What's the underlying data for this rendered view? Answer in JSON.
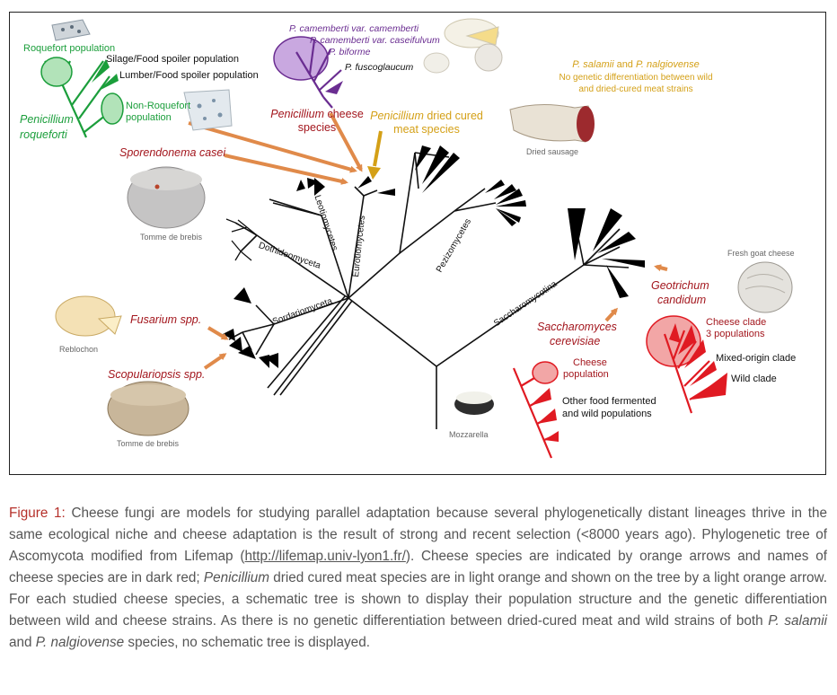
{
  "figure": {
    "labels": {
      "roquefort_population": "Roquefort population",
      "silage_pop": "Silage/Food spoiler population",
      "lumber_pop": "Lumber/Food spoiler population",
      "non_roquefort_1": "Non-Roquefort",
      "non_roquefort_2": "population",
      "penicillium_roqueforti_1": "Penicillium",
      "penicillium_roqueforti_2": "roqueforti",
      "camemberti_1": "P. camemberti var. camemberti",
      "camemberti_2": "P. camemberti var. caseifulvum",
      "biforme": "P. biforme",
      "fuscoglaucum": "P. fuscoglaucum",
      "pen_cheese_1": "Penicillium",
      "pen_cheese_2": " cheese",
      "pen_cheese_3": "species",
      "pen_meat_1": "Penicillium",
      "pen_meat_2": " dried cured",
      "pen_meat_3": "meat species",
      "salamii_1": "P. salamii",
      "salamii_and": " and ",
      "salamii_2": "P. nalgiovense",
      "no_diff_1": "No genetic differentiation between wild",
      "no_diff_2": "and dried-cured meat strains",
      "dried_sausage": "Dried sausage",
      "sporendonema": "Sporendonema casei",
      "tomme_1": "Tomme de brebis",
      "tomme_2": "Tomme de brebis",
      "reblochon": "Reblochon",
      "fusarium": "Fusarium spp.",
      "scopulariopsis": "Scopulariopsis spp.",
      "mozzarella": "Mozzarella",
      "fresh_goat": "Fresh goat cheese",
      "geotrichum_1": "Geotrichum",
      "geotrichum_2": "candidum",
      "saccharomyces_1": "Saccharomyces",
      "saccharomyces_2": "cerevisiae",
      "cheese_population_1": "Cheese",
      "cheese_population_2": "population",
      "other_food_1": "Other food fermented",
      "other_food_2": "and wild populations",
      "cheese_clade_1": "Cheese clade",
      "cheese_clade_2": "3 populations",
      "mixed_origin": "Mixed-origin clade",
      "wild_clade": "Wild clade"
    },
    "classes": {
      "dothideomyceta": "Dothideomyceta",
      "leotiomycetes": "Leotiomycetes",
      "eurotiomycetes": "Eurotiomycetes",
      "pezizomycetes": "Pezizomycetes",
      "saccharomycotina": "Saccharomycotina",
      "sordariomyceta": "Sordariomyceta"
    },
    "colors": {
      "green": "#1b9e3b",
      "purple": "#6a2d91",
      "dark_red": "#a3161d",
      "gold": "#d4a017",
      "orange_arrow": "#e08a4a",
      "red_tree": "#e01a22"
    }
  },
  "caption": {
    "label": "Figure 1:",
    "part1": " Cheese fungi are models for studying parallel adaptation because several phylogenetically distant lineages thrive in the same ecological niche and cheese adaptation is the result of strong and recent selection (<8000 years ago). Phylogenetic tree of Ascomycota modified from Lifemap (",
    "link": "http://lifemap.univ-lyon1.fr/",
    "part2": "). Cheese species are indicated by orange arrows and names of cheese species are in dark red; ",
    "italic1": "Penicillium",
    "part3": " dried cured meat species are in light orange and shown on the tree by a light orange arrow. For each studied cheese species, a schematic tree is shown to display their population structure and the genetic differentiation between wild and cheese strains. As there is no genetic differentiation between dried-cured meat and wild strains of both ",
    "italic2": "P. salamii",
    "part4": " and ",
    "italic3": "P. nalgiovense",
    "part5": " species, no schematic tree is displayed."
  }
}
